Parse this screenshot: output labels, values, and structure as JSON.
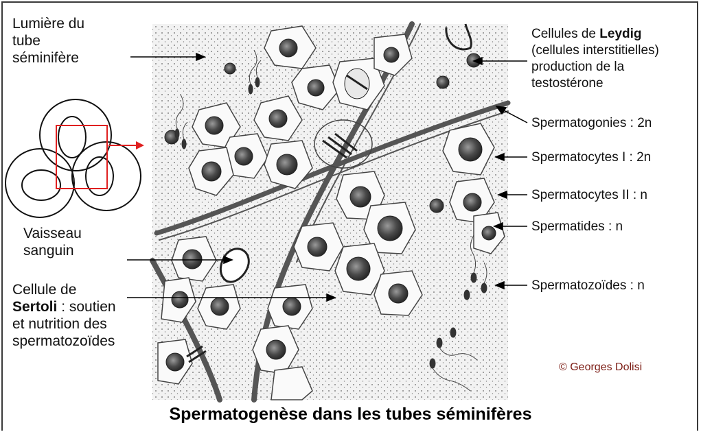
{
  "title": "Spermatogenèse dans les tubes séminifères",
  "credit": "© Georges Dolisi",
  "left_labels": {
    "lumen": [
      "Lumière du",
      "tube",
      "séminifère"
    ],
    "vessel": [
      "Vaisseau",
      "sanguin"
    ],
    "sertoli_line1": "Cellule de",
    "sertoli_bold": "Sertoli",
    "sertoli_rest": " : soutien",
    "sertoli_line3": "et nutrition des",
    "sertoli_line4": "spermatozoïdes"
  },
  "right_labels": {
    "leydig_pre": "Cellules de ",
    "leydig_bold": "Leydig",
    "leydig_lines": [
      "(cellules interstitielles)",
      "production de la",
      "testostérone"
    ],
    "spermatogonies": "Spermatogonies : 2n",
    "spermatocytes1": "Spermatocytes I :  2n",
    "spermatocytes2": "Spermatocytes II :  n",
    "spermatides": "Spermatides : n",
    "spermatozoides": "Spermatozoïdes : n"
  },
  "colors": {
    "box": "#e02020",
    "text": "#111111",
    "credit": "#7a1a12"
  }
}
